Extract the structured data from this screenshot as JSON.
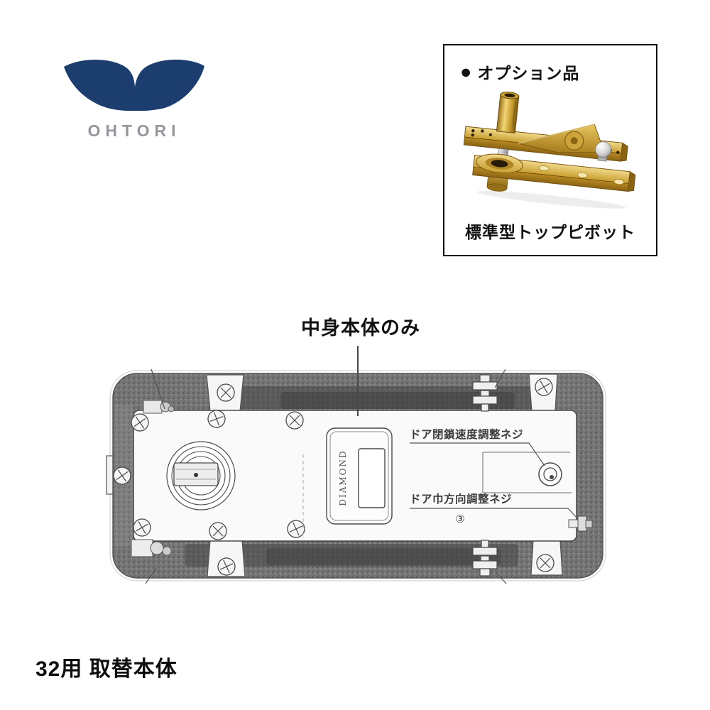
{
  "logo": {
    "name": "OHTORI",
    "wing_color": "#1c3e6e",
    "wordmark_color": "#94979c"
  },
  "option_box": {
    "bullet": "●",
    "title": "オプション品",
    "caption": "標準型トップピボット",
    "photo_subject": "standard-top-pivot-brass-hardware",
    "colors": {
      "brass": "#c9992e",
      "brass_light": "#ecd27a",
      "brass_dark": "#7a5a14",
      "steel": "#c6c6c6"
    }
  },
  "diagram": {
    "callout": "中身本体のみ",
    "plate_text": "DIAMOND",
    "label_speed": "ドア閉鎖速度調整ネジ",
    "label_width": "ドア巾方向調整ネジ",
    "label_width_marker": "③"
  },
  "footer": {
    "product_label": "32用 取替本体"
  }
}
